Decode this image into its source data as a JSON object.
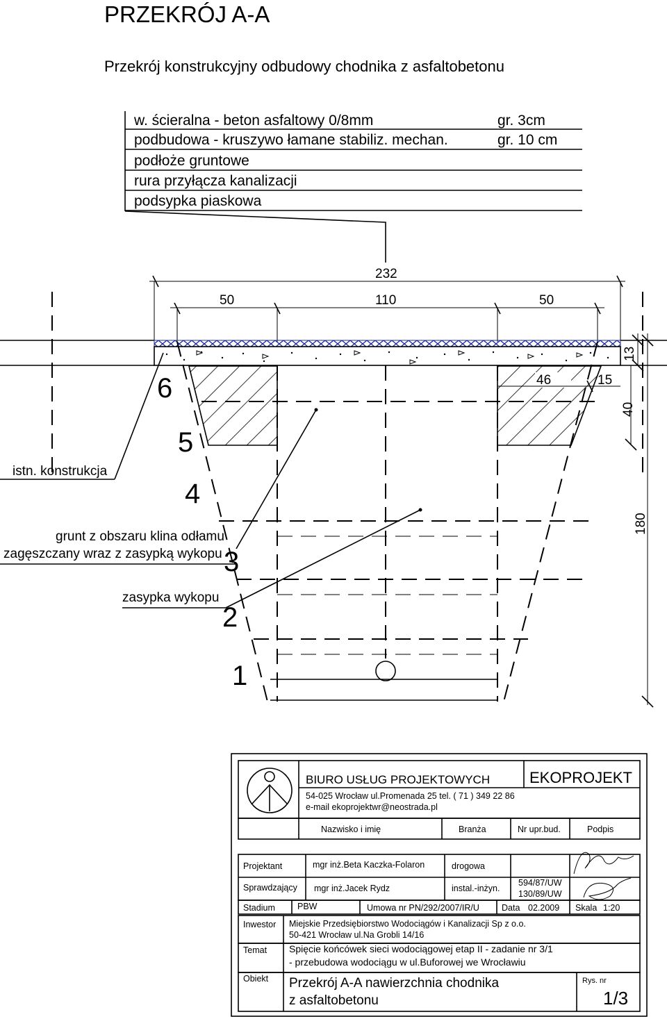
{
  "title": "PRZEKRÓJ A-A",
  "subtitle": "Przekrój konstrukcyjny odbudowy chodnika z asfaltobetonu",
  "layers": [
    {
      "text": "w. ścieralna - beton asfaltowy 0/8mm",
      "thickness": "gr. 3cm"
    },
    {
      "text": "podbudowa - kruszywo łamane stabiliz. mechan.",
      "thickness": "gr. 10 cm"
    },
    {
      "text": "podłoże gruntowe",
      "thickness": ""
    },
    {
      "text": "rura przyłącza kanalizacji",
      "thickness": ""
    },
    {
      "text": "podsypka piaskowa",
      "thickness": ""
    }
  ],
  "dimensions": {
    "total_width": "232",
    "left_width": "50",
    "center_width": "110",
    "right_width": "50",
    "dim_46": "46",
    "dim_15": "15",
    "dim_13": "13",
    "dim_40": "40",
    "dim_180": "180"
  },
  "zone_numbers": [
    "6",
    "5",
    "4",
    "3",
    "2",
    "1"
  ],
  "labels": {
    "existing": "istn. konstrukcja",
    "soil_line1": "grunt z obszaru klina odłamu",
    "soil_line2": "zagęszczany wraz z zasypką wykopu",
    "backfill": "zasypka wykopu"
  },
  "title_block": {
    "office": "BIURO  USŁUG  PROJEKTOWYCH",
    "company": "EKOPROJEKT",
    "address": "54-025 Wrocław  ul.Promenada 25   tel. ( 71 ) 349 22 86",
    "email": "e-mail ekoprojektwr@neostrada.pl",
    "headers": {
      "name": "Nazwisko i imię",
      "branch": "Branża",
      "license": "Nr upr.bud.",
      "signature": "Podpis"
    },
    "rows": [
      {
        "role": "Projektant",
        "name": "mgr inż.Beta Kaczka-Folaron",
        "branch": "drogowa",
        "license": ""
      },
      {
        "role": "Sprawdzający",
        "name": "mgr inż.Jacek Rydz",
        "branch": "instal.-inżyn.",
        "license": "594/87/UW",
        "license2": "130/89/UW"
      }
    ],
    "stage_label": "Stadium",
    "stage": "PBW",
    "contract": "Umowa nr PN/292/2007/IR/U",
    "date_label": "Data",
    "date": "02.2009",
    "scale_label": "Skala",
    "scale": "1:20",
    "investor_label": "Inwestor",
    "investor_line1": "Miejskie Przedsiębiorstwo Wodociągów i Kanalizacji Sp z o.o.",
    "investor_line2": "50-421 Wrocław ul.Na Grobli 14/16",
    "topic_label": "Temat",
    "topic_line1": "Spięcie końcówek sieci wodociągowej etap II - zadanie nr 3/1",
    "topic_line2": "- przebudowa wodociągu w ul.Buforowej we Wrocławiu",
    "object_label": "Obiekt",
    "object_line1": "Przekrój A-A nawierzchnia chodnika",
    "object_line2": "z asfaltobetonu",
    "drawing_label": "Rys. nr",
    "drawing_no": "1/3"
  }
}
